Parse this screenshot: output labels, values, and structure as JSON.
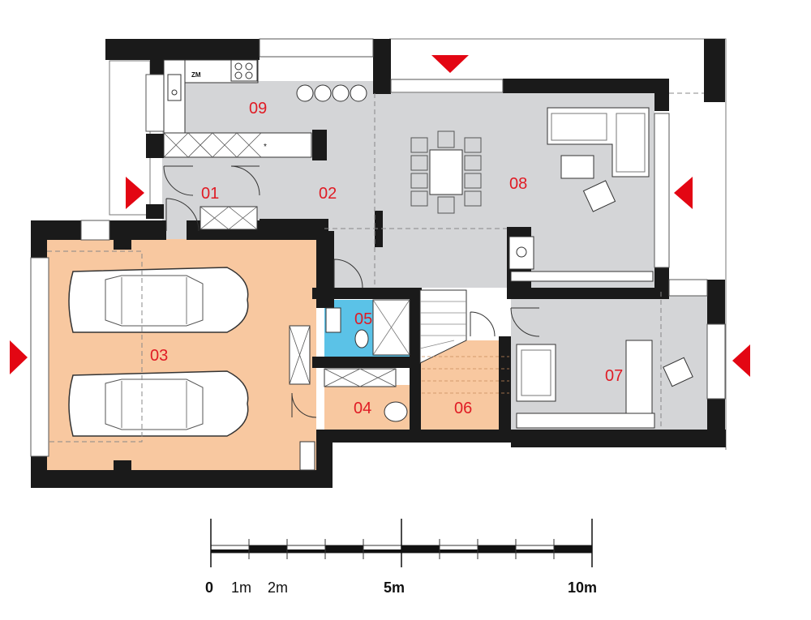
{
  "rooms": [
    {
      "id": "01",
      "label": "01"
    },
    {
      "id": "02",
      "label": "02"
    },
    {
      "id": "03",
      "label": "03"
    },
    {
      "id": "04",
      "label": "04"
    },
    {
      "id": "05",
      "label": "05"
    },
    {
      "id": "06",
      "label": "06"
    },
    {
      "id": "07",
      "label": "07"
    },
    {
      "id": "08",
      "label": "08"
    },
    {
      "id": "09",
      "label": "09"
    }
  ],
  "fixtures": {
    "zm_label": "ZM"
  },
  "scale": {
    "labels": [
      "0",
      "1m",
      "2m",
      "5m",
      "10m"
    ]
  },
  "colors": {
    "wall": "#1a1a1a",
    "living_floor": "#d4d5d7",
    "garage_floor": "#f8c8a0",
    "bathroom_floor": "#5bc2e7",
    "arrow": "#e30613",
    "room_number": "#e01b24"
  }
}
